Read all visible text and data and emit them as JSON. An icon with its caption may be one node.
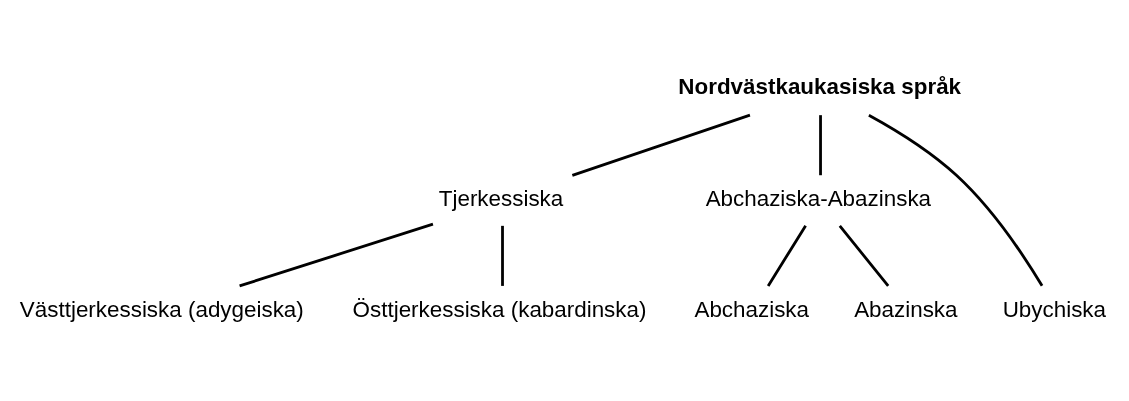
{
  "diagram": {
    "nodes": [
      {
        "text": [
          "Nordvästkaukasiska språk"
        ]
      },
      {
        "text": [
          "Tjerkessiska"
        ]
      },
      {
        "text": [
          "Abchaziska-Abazinska"
        ]
      },
      {
        "text": [
          "Västtjerkessiska (adygeiska)"
        ]
      },
      {
        "text": [
          "Östtjerkessiska (kabardinska)"
        ]
      },
      {
        "text": [
          "Ubychiska"
        ]
      },
      {
        "text": [
          "Abchaziska"
        ]
      },
      {
        "text": [
          "Abazinska"
        ]
      }
    ],
    "edges": [
      {
        "from": 0,
        "to": 1,
        "arrow": "none"
      },
      {
        "from": 0,
        "to": 5,
        "arrow": "none"
      },
      {
        "from": 0,
        "to": 2,
        "arrow": "none"
      },
      {
        "from": 1,
        "to": 3,
        "arrow": "none"
      },
      {
        "from": 1,
        "to": 4,
        "arrow": "none"
      },
      {
        "from": 2,
        "to": 6,
        "arrow": "none"
      },
      {
        "from": 2,
        "to": 7,
        "arrow": "none"
      }
    ]
  }
}
